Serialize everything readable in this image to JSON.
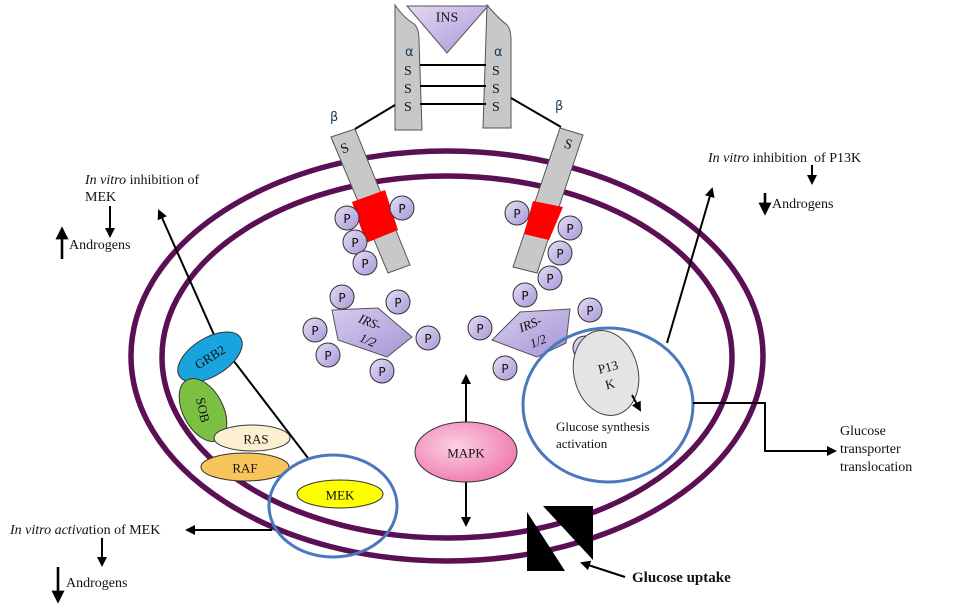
{
  "receptor": {
    "ligand_label": "INS",
    "alpha_label": "α",
    "beta_label": "β",
    "disulfide_label": "S"
  },
  "phosphate_label": "P",
  "proteins": {
    "irs_line1": "IRS-",
    "irs_line2": "1/2",
    "grb2": "GRB2",
    "sob": "SOB",
    "ras": "RAS",
    "raf": "RAF",
    "mek": "MEK",
    "mapk": "MAPK",
    "p13k_line1": "P13",
    "p13k_line2": "K"
  },
  "annotations": {
    "mek_inhibition": {
      "italic": "In vitro",
      "text": " inhibition of",
      "line2": "MEK",
      "androgens": "Androgens",
      "androgen_change": "increase"
    },
    "p13k_inhibition": {
      "italic": "In vitro",
      "text": " inhibition  of P13K",
      "androgens": "Androgens",
      "androgen_change": "decrease"
    },
    "mek_activation": {
      "italic": "In vitro activa",
      "text": "tion of MEK",
      "androgens": "Androgens",
      "androgen_change": "decrease"
    },
    "glucose_synthesis": {
      "line1": "Glucose synthesis",
      "line2": "activation"
    },
    "glucose_transporter": {
      "line1": "Glucose",
      "line2": "transporter",
      "line3": "translocation"
    },
    "glucose_uptake": "Glucose uptake"
  },
  "colors": {
    "membrane": "#5b0f55",
    "receptor": "#c8c8c8",
    "kinase_domain": "#ff0000",
    "ins": "#c5b3e6",
    "irs": "#b9a8de",
    "grb2": "#18a4df",
    "sob": "#7cc043",
    "ras": "#fdf0d2",
    "raf": "#f8c45c",
    "mek": "#ffff00",
    "mapk": "#f49cc4",
    "p13k": "#e4e4e4",
    "highlight_circle": "#4a78be",
    "transporter": "#000000"
  }
}
